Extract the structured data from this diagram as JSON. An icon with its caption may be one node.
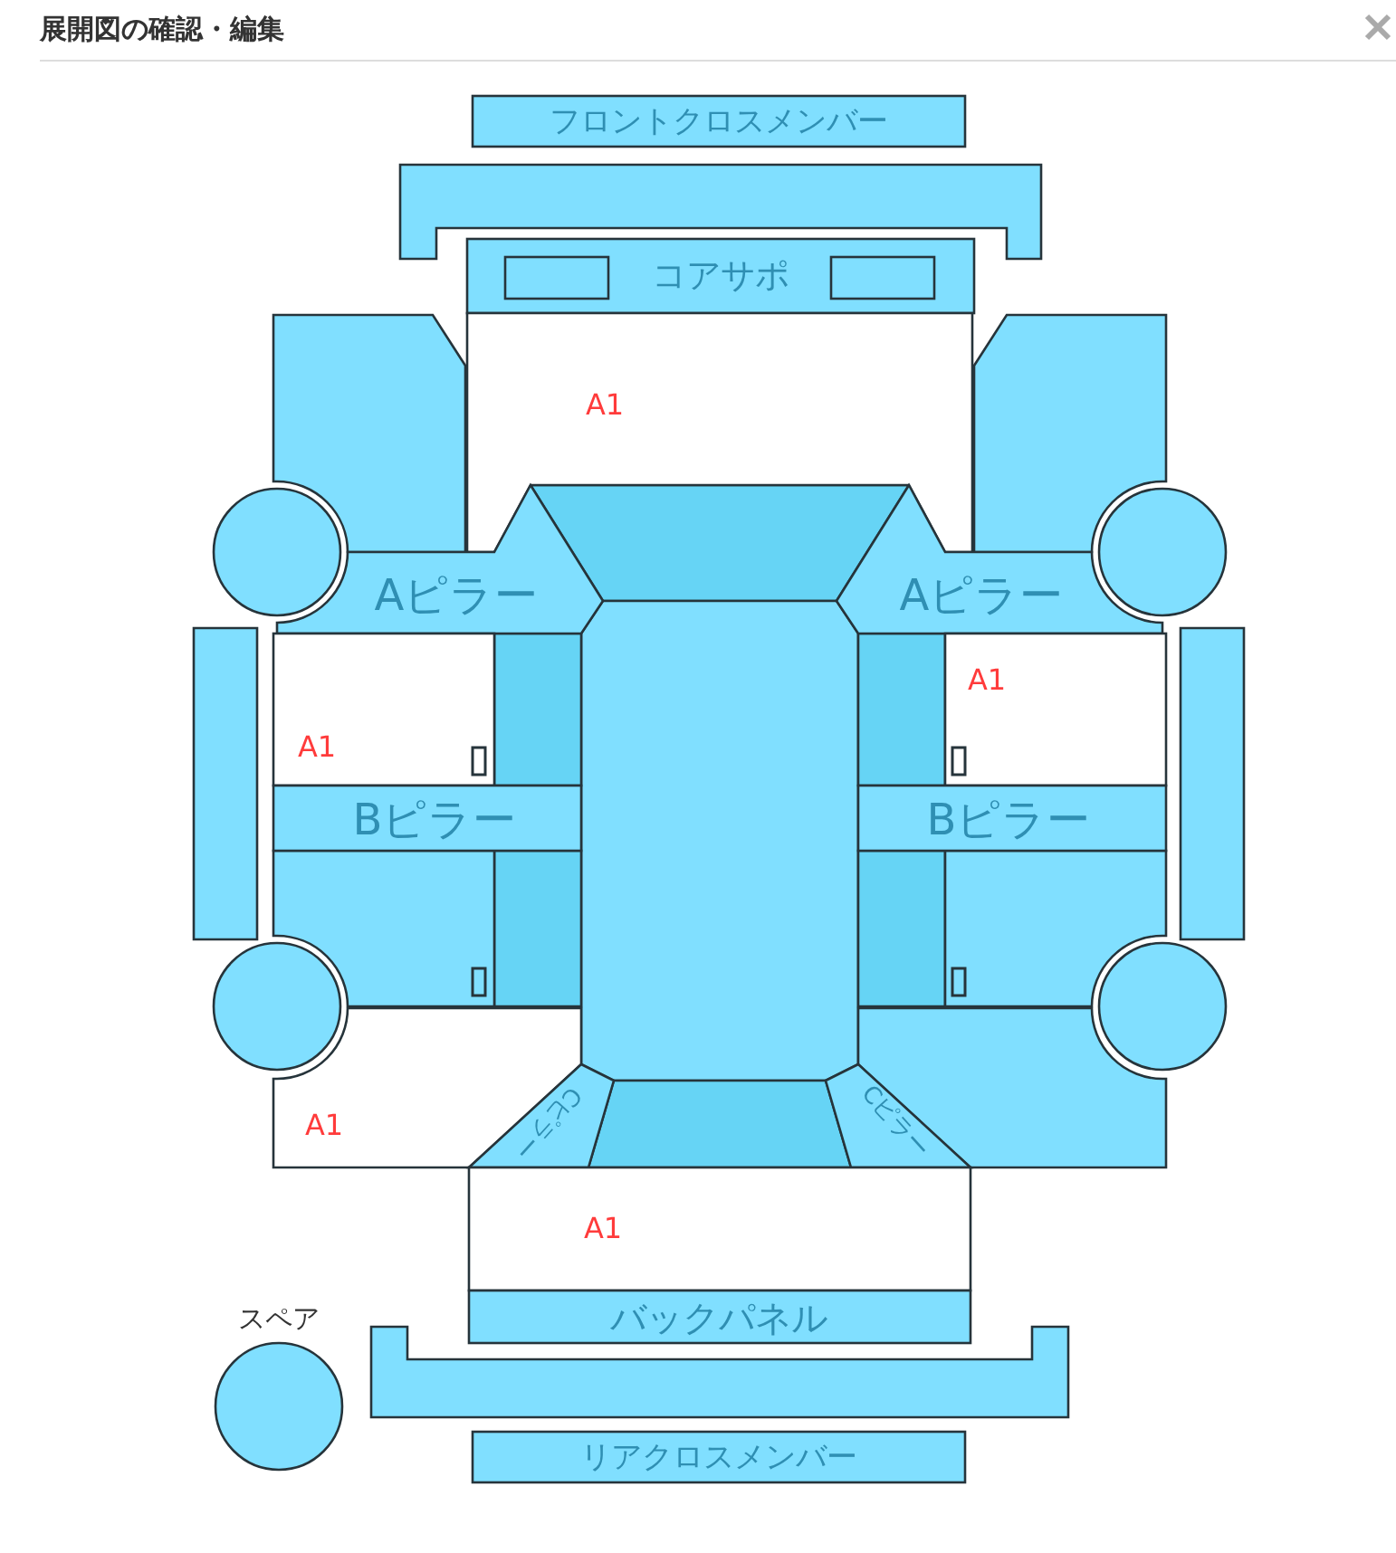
{
  "diagram": {
    "title": "展開図の確認・編集",
    "nodes": [
      {
        "text": [
          "フロントクロスメンバー"
        ]
      },
      {
        "text": [
          "コアサポ"
        ]
      },
      {
        "text": [
          "A1"
        ]
      },
      {
        "text": [
          "Aピラー"
        ]
      },
      {
        "text": [
          "Aピラー"
        ]
      },
      {
        "text": [
          "A1"
        ]
      },
      {
        "text": [
          "A1"
        ]
      },
      {
        "text": [
          "Bピラー"
        ]
      },
      {
        "text": [
          "Bピラー"
        ]
      },
      {
        "text": [
          "A1"
        ]
      },
      {
        "text": [
          "Cピラー"
        ]
      },
      {
        "text": [
          "Cピラー"
        ]
      },
      {
        "text": [
          "A1"
        ]
      },
      {
        "text": [
          "バックパネル"
        ]
      },
      {
        "text": [
          "スペア"
        ]
      },
      {
        "text": [
          "リアクロスメンバー"
        ]
      },
      {
        "text": [],
        "shape": "circle"
      },
      {
        "text": [],
        "shape": "circle"
      },
      {
        "text": [],
        "shape": "circle"
      },
      {
        "text": [],
        "shape": "circle"
      },
      {
        "text": [],
        "shape": "bar"
      },
      {
        "text": [],
        "shape": "bar"
      }
    ]
  }
}
